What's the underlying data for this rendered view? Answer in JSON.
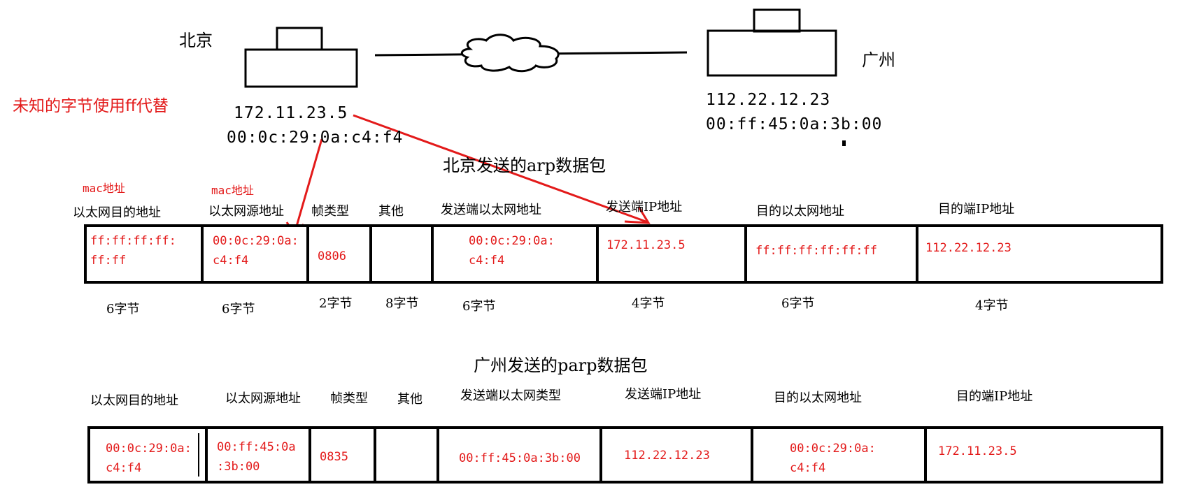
{
  "beijing": {
    "label": "北京",
    "ip": "172.11.23.5",
    "mac": "00:0c:29:0a:c4:f4"
  },
  "guangzhou": {
    "label": "广州",
    "ip": "112.22.12.23",
    "mac": "00:ff:45:0a:3b:00"
  },
  "note": "未知的字节使用ff代替",
  "annotation_color": "#e31a1a",
  "packet1": {
    "title": "北京发送的arp数据包",
    "mac_tags": [
      "mac地址",
      "mac地址"
    ],
    "headers": [
      "以太网目的地址",
      "以太网源地址",
      "帧类型",
      "其他",
      "发送端以太网地址",
      "发送端IP地址",
      "目的以太网地址",
      "目的端IP地址"
    ],
    "values": [
      "ff:ff:ff:ff:\nff:ff",
      "00:0c:29:0a:\nc4:f4",
      "0806",
      "",
      "00:0c:29:0a:\nc4:f4",
      "172.11.23.5",
      "ff:ff:ff:ff:ff:ff",
      "112.22.12.23"
    ],
    "sizes": [
      "6字节",
      "6字节",
      "2字节",
      "8字节",
      "6字节",
      "4字节",
      "6字节",
      "4字节"
    ]
  },
  "packet2": {
    "title": "广州发送的parp数据包",
    "headers": [
      "以太网目的地址",
      "以太网源地址",
      "帧类型",
      "其他",
      "发送端以太网类型",
      "发送端IP地址",
      "目的以太网地址",
      "目的端IP地址"
    ],
    "values": [
      "00:0c:29:0a:\nc4:f4",
      "00:ff:45:0a\n:3b:00",
      "0835",
      "",
      "00:ff:45:0a:3b:00",
      "112.22.12.23",
      "00:0c:29:0a:\nc4:f4",
      "172.11.23.5"
    ]
  }
}
